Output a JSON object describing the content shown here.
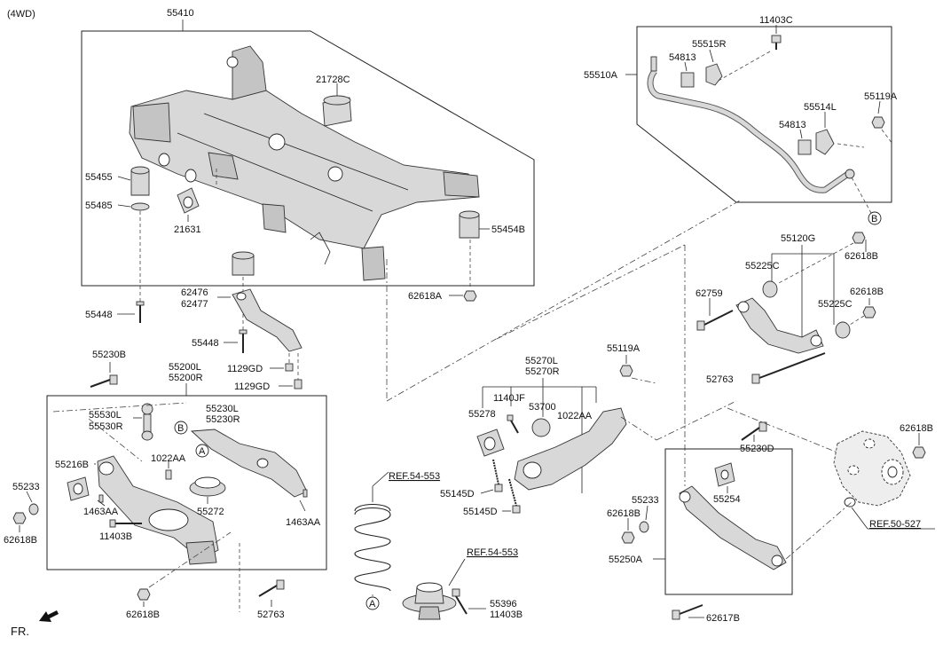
{
  "header": {
    "variant": "(4WD)"
  },
  "footer": {
    "fr": "FR."
  },
  "refs": {
    "spring": "REF.54-553",
    "mount": "REF.54-553",
    "knuckle": "REF.50-527"
  },
  "circles": {
    "a": "A",
    "b": "B"
  },
  "labels": {
    "p55410": "55410",
    "p21728C": "21728C",
    "p55455": "55455",
    "p55485": "55485",
    "p21631": "21631",
    "p55454B": "55454B",
    "p62618A": "62618A",
    "p62476": "62476",
    "p62477": "62477",
    "p55448a": "55448",
    "p55448b": "55448",
    "p1129GDa": "1129GD",
    "p1129GDb": "1129GD",
    "p55230B": "55230B",
    "p55200L": "55200L",
    "p55200R": "55200R",
    "p55530L": "55530L",
    "p55530R": "55530R",
    "p55230L": "55230L",
    "p55230R": "55230R",
    "p55216B": "55216B",
    "p1022AAa": "1022AA",
    "p55233a": "55233",
    "p1463AAa": "1463AA",
    "p55272": "55272",
    "p1463AAb": "1463AA",
    "p11403Ba": "11403B",
    "p62618Ba": "62618B",
    "p62618Bb": "62618B",
    "p52763a": "52763",
    "p55510A": "55510A",
    "p11403C": "11403C",
    "p55515R": "55515R",
    "p54813a": "54813",
    "p55119Aa": "55119A",
    "p55514L": "55514L",
    "p54813b": "54813",
    "p55120G": "55120G",
    "p62618Bc": "62618B",
    "p55225Ca": "55225C",
    "p62759": "62759",
    "p62618Bd": "62618B",
    "p55225Cb": "55225C",
    "p52763b": "52763",
    "p55119Ab": "55119A",
    "p55270L": "55270L",
    "p55270R": "55270R",
    "p1140JF": "1140JF",
    "p53700": "53700",
    "p55278": "55278",
    "p1022AAb": "1022AA",
    "p55145Da": "55145D",
    "p55145Db": "55145D",
    "p55230D": "55230D",
    "p62618Be": "62618B",
    "p55233b": "55233",
    "p62618Bf": "62618B",
    "p55254": "55254",
    "p55250A": "55250A",
    "p62617B": "62617B",
    "p55396": "55396",
    "p11403Bb": "11403B"
  }
}
